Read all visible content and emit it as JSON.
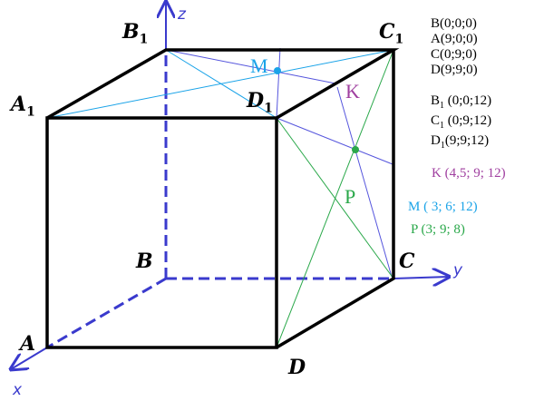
{
  "vertices": {
    "A": "A",
    "B": "B",
    "C": "C",
    "D": "D",
    "A1": "A",
    "B1": "B",
    "C1": "C",
    "D1": "D",
    "sub": "1"
  },
  "axes": {
    "x": "x",
    "y": "y",
    "z": "z"
  },
  "points": {
    "M": "M",
    "K": "K",
    "P": "P"
  },
  "coords": {
    "B": "B(0;0;0)",
    "A": "A(9;0;0)",
    "C": "C(0;9;0)",
    "D": "D(9;9;0)",
    "B1_letter": "B",
    "B1_sub": "1",
    "B1_val": " (0;0;12)",
    "C1_letter": "C",
    "C1_sub": "1",
    "C1_val": " (0;9;12)",
    "D1_letter": "D",
    "D1_sub": "1",
    "D1_val": "(9;9;12)",
    "K": "K (4,5; 9; 12)",
    "M": "M ( 3; 6; 12)",
    "P": "P (3; 9; 8)"
  },
  "colors": {
    "edge": "#000000",
    "axis": "#3a3acd",
    "cyan": "#1aa3e8",
    "green": "#2aa84a",
    "purple": "#a040a0",
    "blue": "#5555dd"
  }
}
